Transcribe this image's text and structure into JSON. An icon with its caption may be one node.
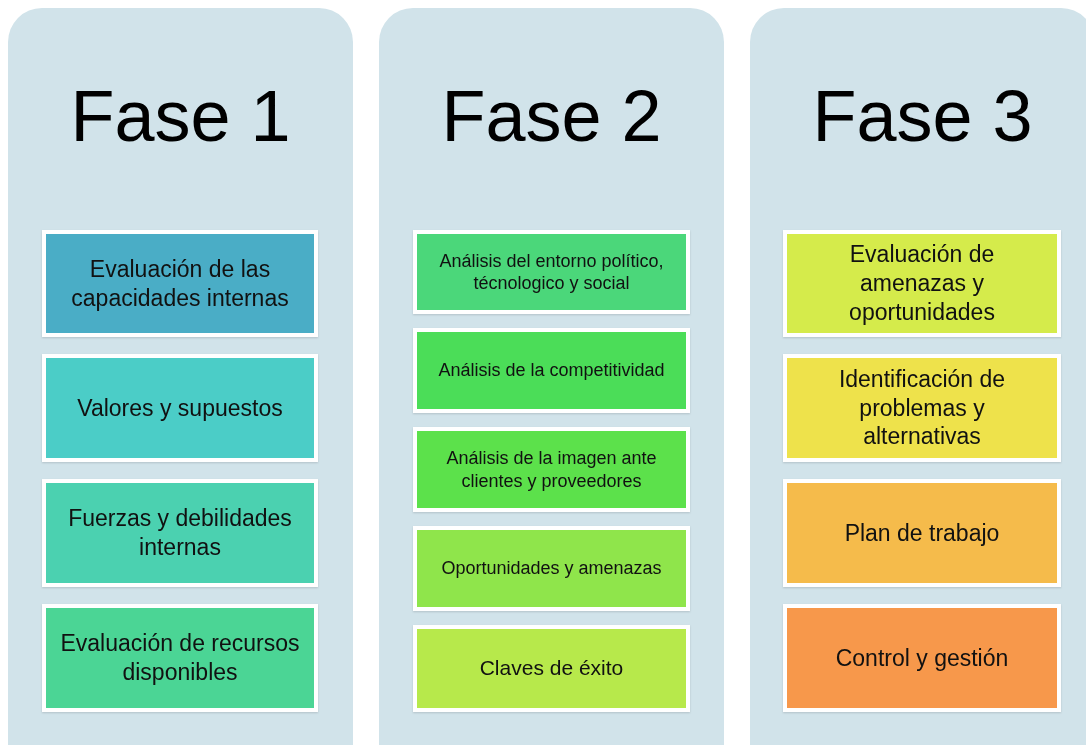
{
  "diagram": {
    "nodes": [
      {
        "text": [
          "Fase 1"
        ]
      },
      {
        "text": [
          "Evaluación de las capacidades internas"
        ],
        "in": 0
      },
      {
        "text": [
          "Valores y supuestos"
        ],
        "in": 0
      },
      {
        "text": [
          "Fuerzas y debilidades internas"
        ],
        "in": 0
      },
      {
        "text": [
          "Evaluación de recursos disponibles"
        ],
        "in": 0
      },
      {
        "text": [
          "Fase 2"
        ]
      },
      {
        "text": [
          "Análisis del entorno político, técnologico y social"
        ],
        "in": 5
      },
      {
        "text": [
          "Análisis de la competitividad"
        ],
        "in": 5
      },
      {
        "text": [
          "Análisis de la imagen ante clientes y proveedores"
        ],
        "in": 5
      },
      {
        "text": [
          "Oportunidades y amenazas"
        ],
        "in": 5
      },
      {
        "text": [
          "Claves de éxito"
        ],
        "in": 5
      },
      {
        "text": [
          "Fase 3"
        ]
      },
      {
        "text": [
          "Evaluación de amenazas y oportunidades"
        ],
        "in": 11
      },
      {
        "text": [
          "Identificación de problemas y alternativas"
        ],
        "in": 11
      },
      {
        "text": [
          "Plan de trabajo"
        ],
        "in": 11
      },
      {
        "text": [
          "Control y gestión"
        ],
        "in": 11
      }
    ]
  }
}
